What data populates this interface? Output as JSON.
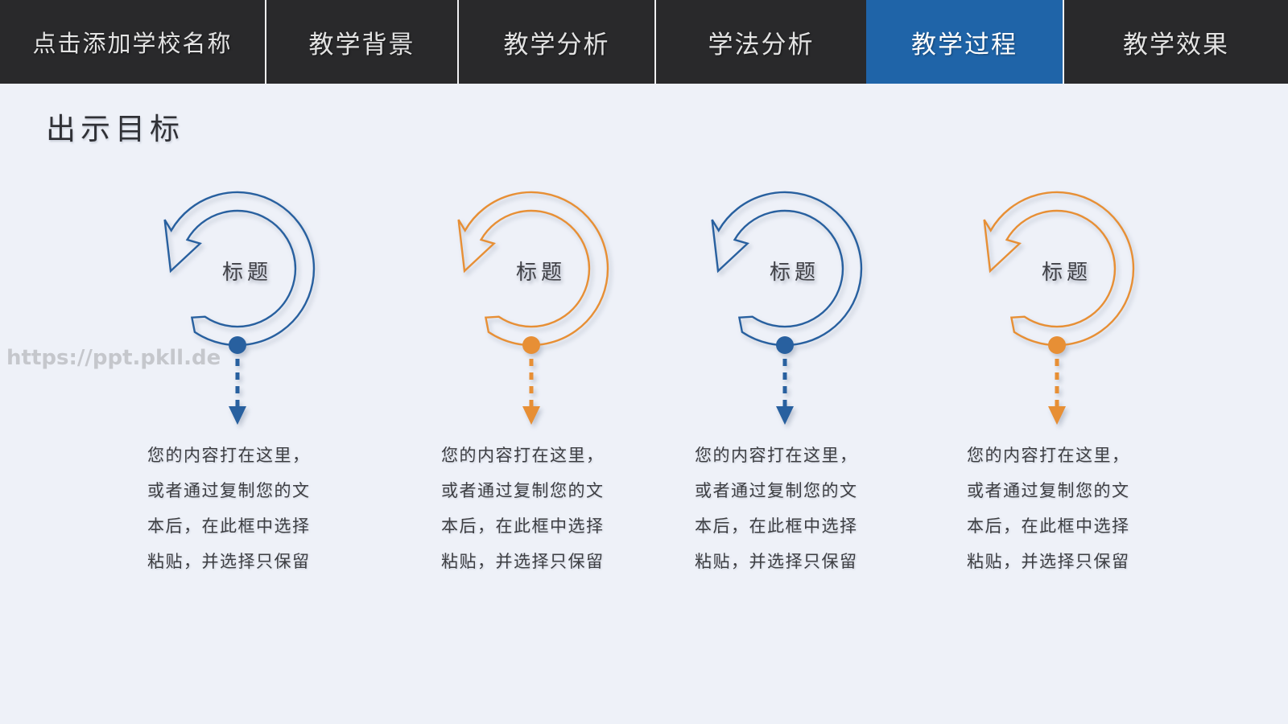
{
  "nav": {
    "tabs": [
      {
        "label": "点击添加学校名称"
      },
      {
        "label": "教学背景"
      },
      {
        "label": "教学分析"
      },
      {
        "label": "学法分析"
      },
      {
        "label": "教学过程"
      },
      {
        "label": "教学效果"
      }
    ],
    "active_index": 4
  },
  "slide": {
    "title": "出示目标",
    "watermark": "https://ppt.pkll.de",
    "columns": [
      {
        "title": "标题",
        "color_role": "blue",
        "body_lines": [
          "您的内容打在这里，",
          "或者通过复制您的文",
          "本后，在此框中选择",
          "粘贴，并选择只保留"
        ]
      },
      {
        "title": "标题",
        "color_role": "orange",
        "body_lines": [
          "您的内容打在这里，",
          "或者通过复制您的文",
          "本后，在此框中选择",
          "粘贴，并选择只保留"
        ]
      },
      {
        "title": "标题",
        "color_role": "blue",
        "body_lines": [
          "您的内容打在这里，",
          "或者通过复制您的文",
          "本后，在此框中选择",
          "粘贴，并选择只保留"
        ]
      },
      {
        "title": "标题",
        "color_role": "orange",
        "body_lines": [
          "您的内容打在这里，",
          "或者通过复制您的文",
          "本后，在此框中选择",
          "粘贴，并选择只保留"
        ]
      }
    ]
  },
  "colors": {
    "blue": "#28609f",
    "orange": "#e78f35",
    "active_tab": "#1f64a8",
    "nav_bg": "#29292b",
    "nav_divider": "#f0f0f2",
    "page_bg": "#eef1f8",
    "body_text": "#3d3e42",
    "heading_text": "#303136",
    "label_text": "#404147",
    "watermark_text": "#c5c7cc",
    "tab_text": "#e3e3e3",
    "tab_text_active": "#ffffff"
  }
}
